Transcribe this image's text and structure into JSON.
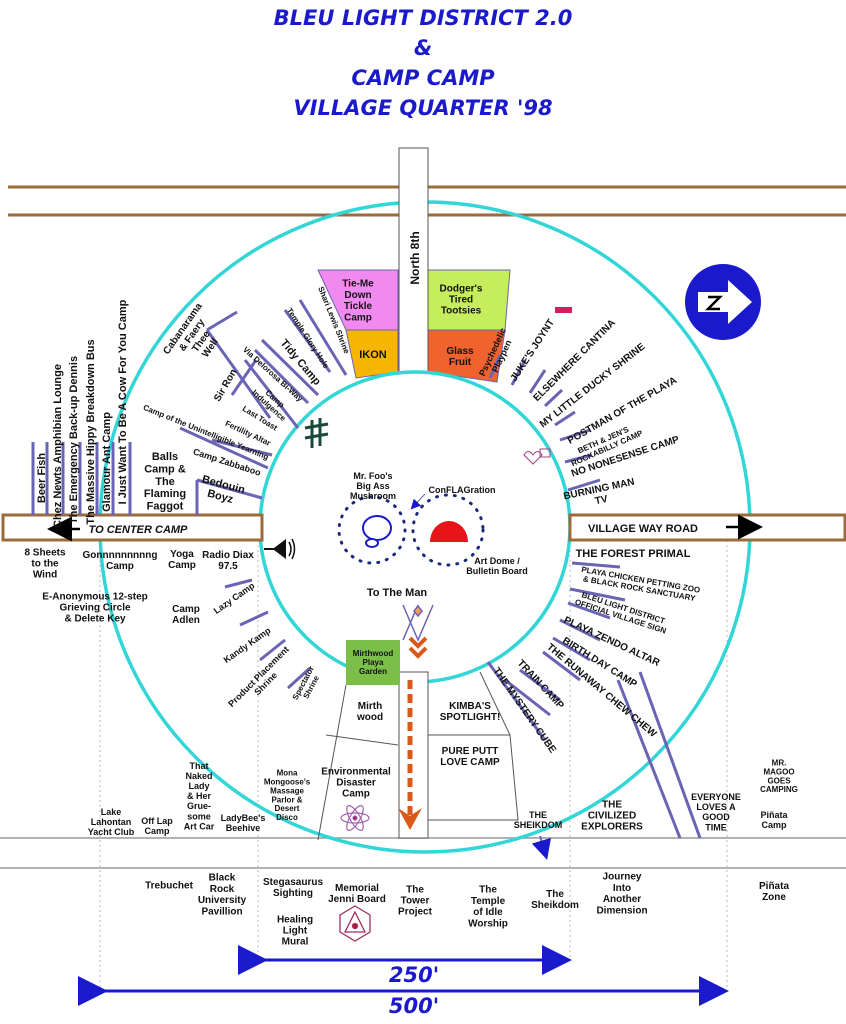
{
  "title": [
    "BLEU LIGHT DISTRICT 2.0",
    "&",
    "CAMP CAMP",
    "VILLAGE QUARTER '98"
  ],
  "roads": {
    "north": "North 8th",
    "center_camp": "TO CENTER CAMP",
    "village_way": "VILLAGE WAY ROAD"
  },
  "dimensions": {
    "inner": "250'",
    "outer": "500'"
  },
  "colors": {
    "title": "#1a1acc",
    "ring": "#33d6d6",
    "road": "#9b6b3c",
    "street": "#6a64b4",
    "pink": "#f08af0",
    "gold": "#f7b500",
    "lime": "#c6ee5c",
    "orange": "#f0622e",
    "garden": "#7cbf48",
    "man": "#d85a1a",
    "compass": "#1a1acc"
  },
  "icons": [
    "compass-north-arrow-icon",
    "megaphone-icon",
    "mushroom-icon",
    "dome-icon",
    "atom-icon",
    "hexagon-triangle-icon",
    "heart-mailbox-icon",
    "man-figure-icon",
    "hash-sign-icon"
  ],
  "labels": {
    "beer_fish": [
      "Beer Fish"
    ],
    "chez_newts": [
      "Chez Newts Amphibian Lounge"
    ],
    "emergency": [
      "The Emergency Back-up Dennis"
    ],
    "hippy_bus": [
      "The Massive Hippy Breakdown Bus"
    ],
    "glamour": [
      "Glamour Ant Camp"
    ],
    "cow": [
      "I Just Want To Be A Cow For You Camp"
    ],
    "balls": [
      "Balls",
      "Camp &",
      "The",
      "Flaming",
      "Faggot"
    ],
    "bedouin": [
      "Bedouin",
      "Boyz"
    ],
    "cabanarama": [
      "Cabanarama",
      "& Faery",
      "Thee",
      "Well"
    ],
    "sir_ron": [
      "Sir Ron"
    ],
    "via": [
      "Via Delorosa Bi-Way"
    ],
    "indulgence": [
      "Camp",
      "Indulgence"
    ],
    "last_toast": [
      "Last Toast"
    ],
    "fertility": [
      "Fertility Altar"
    ],
    "unintelligible": [
      "Camp of the Unintelligible Yearning"
    ],
    "zabbaboo": [
      "Camp Zabbaboo"
    ],
    "tidy": [
      "Tidy Camp"
    ],
    "temple_glory": [
      "Temple Glory Hole"
    ],
    "shari": [
      "Shari Lewis Shrine"
    ],
    "tie_me": [
      "Tie-Me",
      "Down",
      "Tickle",
      "Camp"
    ],
    "ikon": [
      "IKON"
    ],
    "dodgers": [
      "Dodger's",
      "Tired",
      "Tootsies"
    ],
    "glass_fruit": [
      "Glass",
      "Fruit"
    ],
    "psychedelic": [
      "Psychedelic",
      "Playpen"
    ],
    "jukes": [
      "JUKE'S JOYNT"
    ],
    "elsewhere": [
      "ELSEWHERE CANTINA"
    ],
    "ducky": [
      "MY LITTLE DUCKY SHRINE"
    ],
    "postman": [
      "POSTMAN OF THE PLAYA"
    ],
    "beth_jen": [
      "BETH & JEN'S",
      "ROCKABILLY CAMP"
    ],
    "nonesense": [
      "NO NONESENSE CAMP"
    ],
    "bm_tv": [
      "BURNING MAN",
      "TV"
    ],
    "forest": [
      "THE FOREST PRIMAL"
    ],
    "chicken": [
      "PLAYA CHICKEN PETTING ZOO",
      "& BLACK ROCK SANCTUARY"
    ],
    "sign": [
      "BLEU LIGHT DISTRICT",
      "OFFICIAL VILLAGE SIGN"
    ],
    "zendo": [
      "PLAYA ZENDO ALTAR"
    ],
    "birthday": [
      "BIRTH DAY CAMP"
    ],
    "chew": [
      "THE RUNAWAY CHEW CHEW"
    ],
    "train": [
      "TRAIN CAMP"
    ],
    "cube": [
      "THE MYSTERY CUBE"
    ],
    "sheets": [
      "8 Sheets",
      "to the",
      "Wind"
    ],
    "gong": [
      "Gonnnnnnnnng",
      "Camp"
    ],
    "yoga": [
      "Yoga",
      "Camp"
    ],
    "radio": [
      "Radio Diax",
      "97.5"
    ],
    "eanon": [
      "E-Anonymous 12-step",
      "Grieving Circle",
      "& Delete Key"
    ],
    "adlen": [
      "Camp",
      "Adlen"
    ],
    "lazy": [
      "Lazy Camp"
    ],
    "kandy": [
      "Kandy Kamp"
    ],
    "product": [
      "Product Placement",
      "Shrine"
    ],
    "spectator": [
      "Spectator",
      "Shrine"
    ],
    "foo": [
      "Mr. Foo's",
      "Big Ass",
      "Mushroom"
    ],
    "conflag": [
      "ConFLAGration"
    ],
    "artdome": [
      "Art Dome /",
      "Bulletin Board"
    ],
    "to_man": [
      "To The Man"
    ],
    "mirth_garden": [
      "Mirthwood",
      "Playa",
      "Garden"
    ],
    "mirthwood": [
      "Mirth",
      "wood"
    ],
    "kimba": [
      "KIMBA'S",
      "SPOTLIGHT!"
    ],
    "pure_putt": [
      "PURE PUTT",
      "LOVE CAMP"
    ],
    "envdis": [
      "Environmental",
      "Disaster",
      "Camp"
    ],
    "mona": [
      "Mona",
      "Mongoose's",
      "Massage",
      "Parlor &",
      "Desert",
      "Disco"
    ],
    "naked": [
      "That",
      "Naked",
      "Lady",
      "& Her",
      "Grue-",
      "some",
      "Art Car"
    ],
    "ladybee": [
      "LadyBee's",
      "Beehive"
    ],
    "offlap": [
      "Off Lap",
      "Camp"
    ],
    "lahontan": [
      "Lake",
      "Lahontan",
      "Yacht Club"
    ],
    "sheikdom_caps": [
      "THE",
      "SHEIKDOM"
    ],
    "civilized": [
      "THE",
      "CIVILIZED",
      "EXPLORERS"
    ],
    "everyone": [
      "EVERYONE",
      "LOVES A",
      "GOOD",
      "TIME"
    ],
    "magoo": [
      "MR.",
      "MAGOO",
      "GOES",
      "CAMPING"
    ],
    "pinata_camp": [
      "Piñata",
      "Camp"
    ],
    "trebuchet": [
      "Trebuchet"
    ],
    "brup": [
      "Black",
      "Rock",
      "University",
      "Pavillion"
    ],
    "stego": [
      "Stegasaurus",
      "Sighting"
    ],
    "healing": [
      "Healing",
      "Light",
      "Mural"
    ],
    "jenni": [
      "Memorial",
      "Jenni Board"
    ],
    "tower": [
      "The",
      "Tower",
      "Project"
    ],
    "temple_idle": [
      "The",
      "Temple",
      "of Idle",
      "Worship"
    ],
    "sheikdom": [
      "The",
      "Sheikdom"
    ],
    "journey": [
      "Journey",
      "Into",
      "Another",
      "Dimension"
    ],
    "pinata_zone": [
      "Piñata",
      "Zone"
    ]
  }
}
